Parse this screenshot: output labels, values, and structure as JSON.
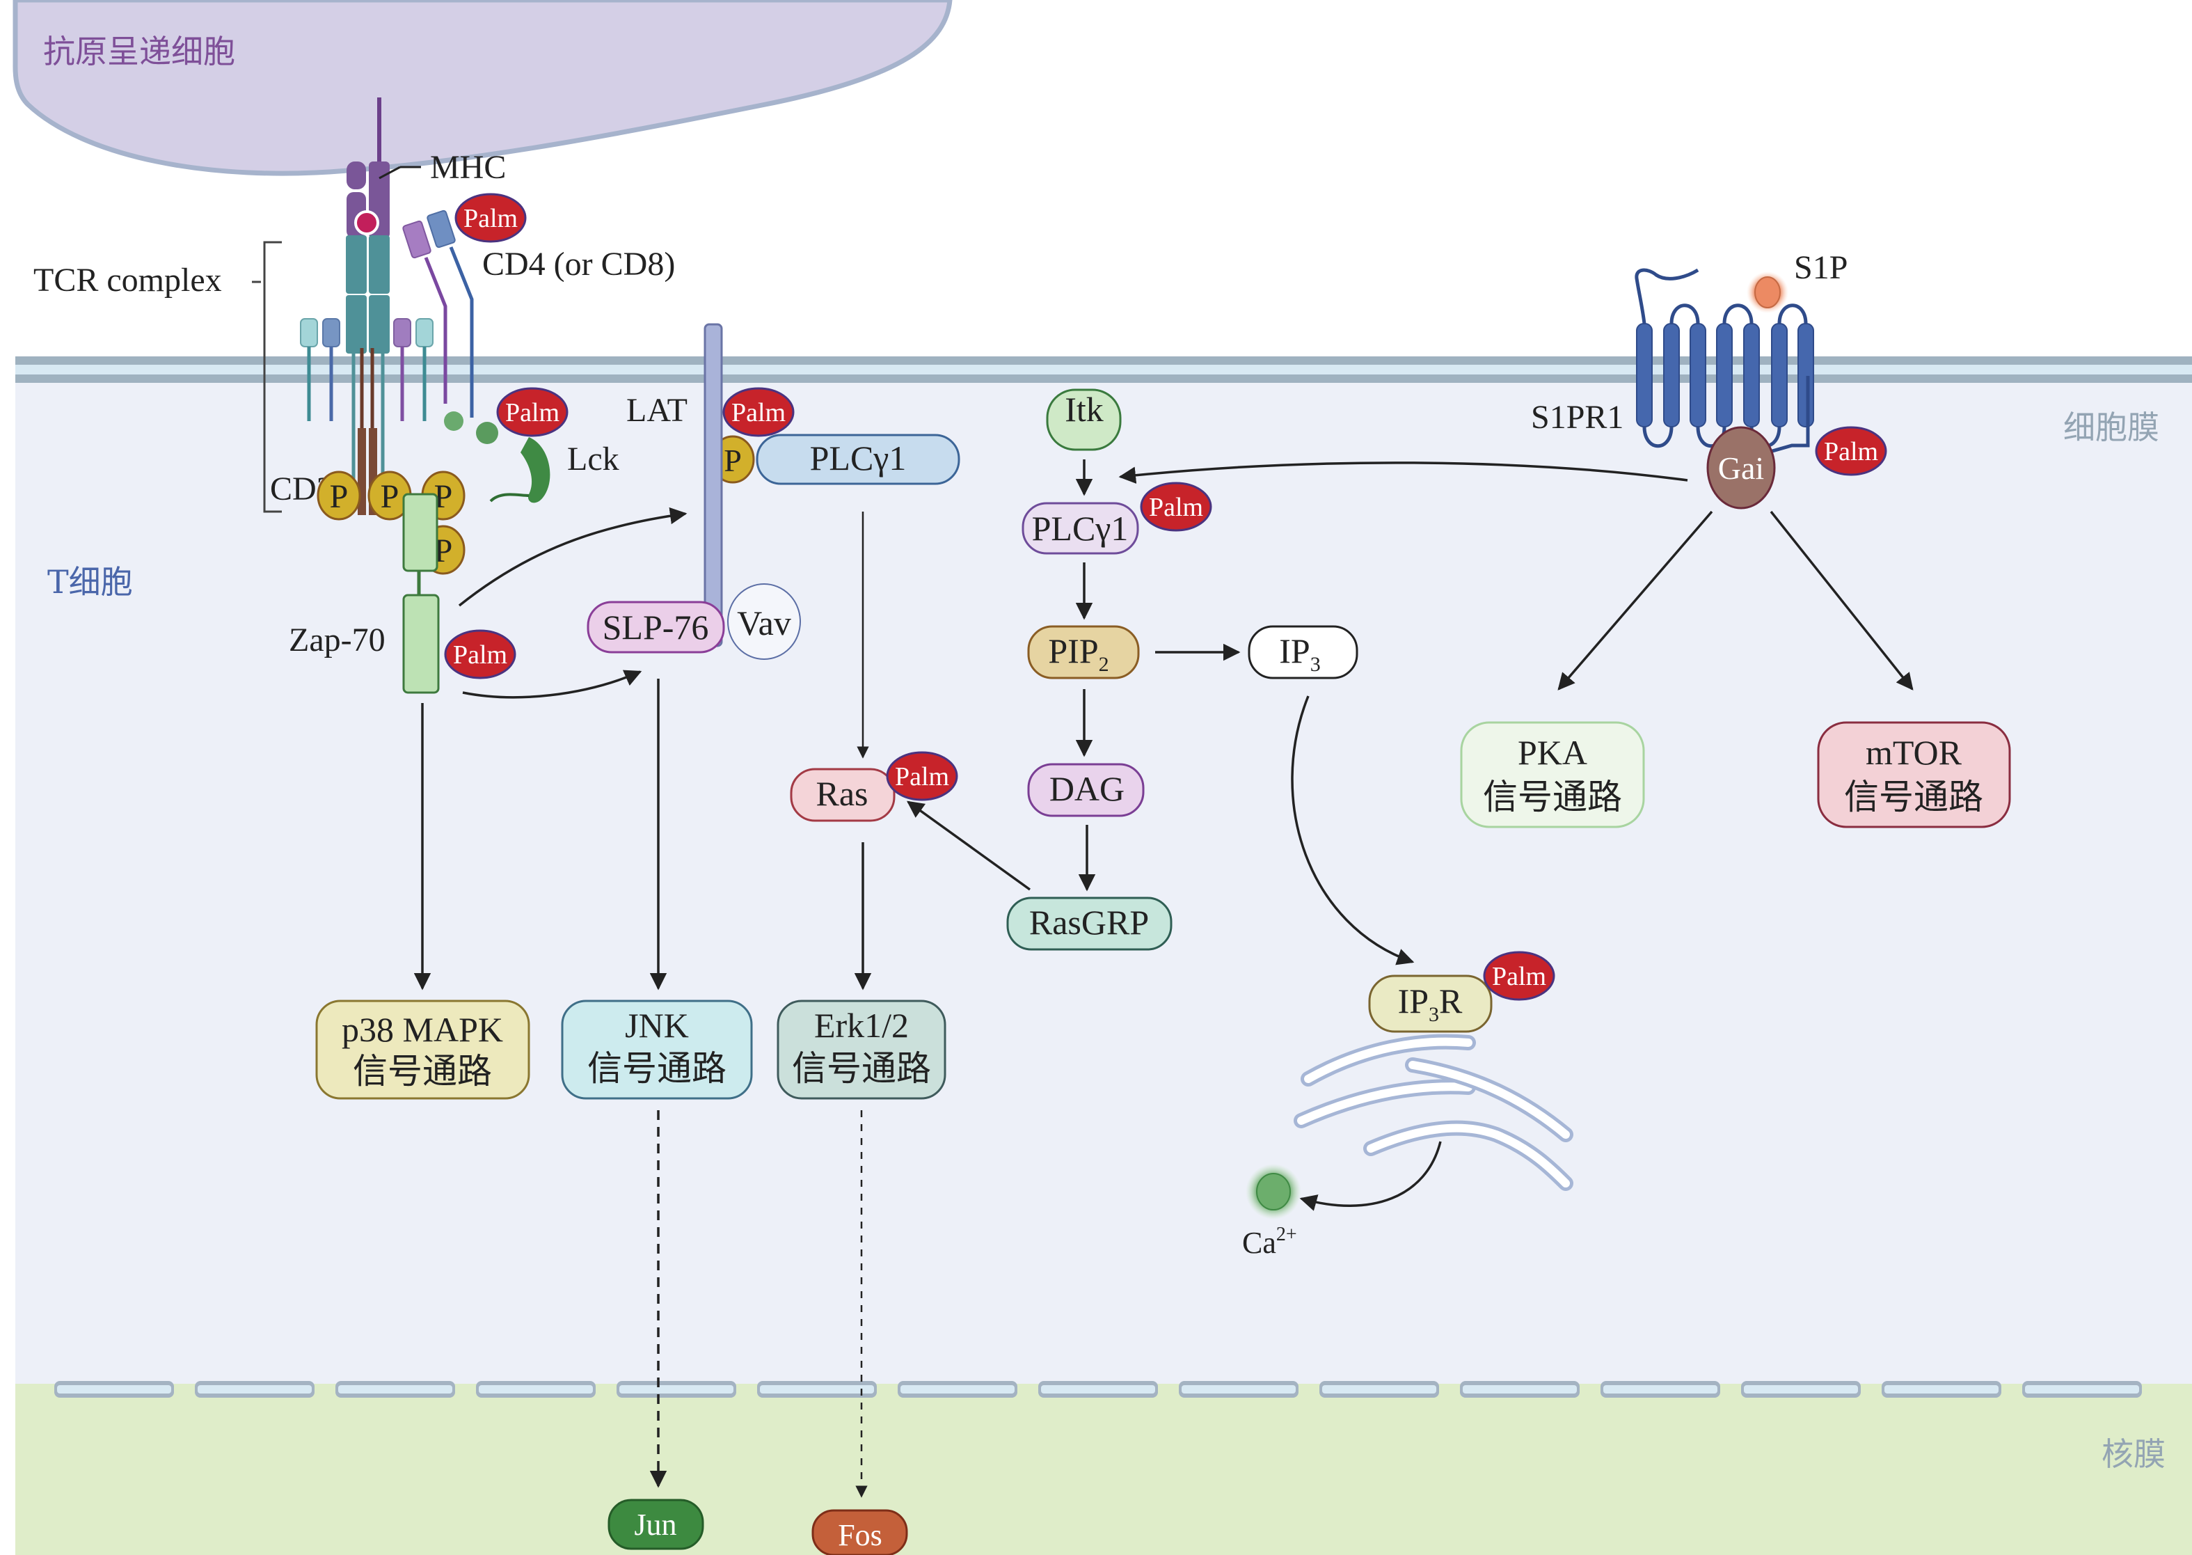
{
  "regions": {
    "apc_label": "抗原呈递细胞",
    "t_cell_label": "T细胞",
    "cell_membrane_label": "细胞膜",
    "nuclear_membrane_label": "核膜"
  },
  "receptors": {
    "mhc": "MHC",
    "tcr_complex": "TCR complex",
    "cd4": "CD4 (or CD8)",
    "cd3z": "CD3ζ",
    "lck": "Lck",
    "lat": "LAT",
    "zap70": "Zap-70",
    "s1p": "S1P",
    "s1pr1": "S1PR1",
    "gai": "Gai"
  },
  "modifications": {
    "palm": "Palm",
    "phospho": "P"
  },
  "nodes": {
    "plcg1_lat": "PLCγ1",
    "slp76": "SLP-76",
    "vav": "Vav",
    "itk": "Itk",
    "plcg1": "PLCγ1",
    "pip2": "PIP",
    "pip2_sub": "2",
    "ip3": "IP",
    "ip3_sub": "3",
    "dag": "DAG",
    "rasgrp": "RasGRP",
    "ras": "Ras",
    "ip3r": "IP",
    "ip3r_sub": "3",
    "ip3r_tail": "R",
    "ca": "Ca",
    "ca_sup": "2+"
  },
  "pathways": {
    "p38": {
      "line1": "p38 MAPK",
      "line2": "信号通路"
    },
    "jnk": {
      "line1": "JNK",
      "line2": "信号通路"
    },
    "erk": {
      "line1": "Erk1/2",
      "line2": "信号通路"
    },
    "pka": {
      "line1": "PKA",
      "line2": "信号通路"
    },
    "mtor": {
      "line1": "mTOR",
      "line2": "信号通路"
    }
  },
  "transcription_factors": {
    "jun": "Jun",
    "fos": "Fos"
  },
  "colors": {
    "apc_fill": "#d4cfe6",
    "tcell_fill": "#edf0f8",
    "nucleus_fill": "#dfedc9",
    "membrane": "#9fb2c0",
    "membrane_inner": "#d8e9f3",
    "palm": "#c7232a",
    "phospho": "#d2b02b",
    "s1pr1": "#4567ad"
  }
}
